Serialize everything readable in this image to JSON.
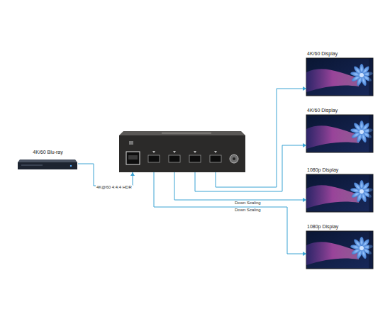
{
  "diagram": {
    "nodes": [
      {
        "text": [
          "4K/60 Blu-ray"
        ]
      },
      {
        "text": []
      },
      {
        "text": [
          "4K/60 Display"
        ]
      },
      {
        "text": [
          "4K/60 Display"
        ]
      },
      {
        "text": [
          "1080p Display"
        ]
      },
      {
        "text": [
          "1080p Display"
        ]
      }
    ],
    "edges": [
      {
        "from": 0,
        "to": 1,
        "arrow": "to",
        "label": "4K@60 4:4:4 HDR"
      },
      {
        "from": 1,
        "to": 2,
        "arrow": "to"
      },
      {
        "from": 1,
        "to": 3,
        "arrow": "to"
      },
      {
        "from": 1,
        "to": 4,
        "arrow": "to",
        "label": "Down Scaling"
      },
      {
        "from": 1,
        "to": 5,
        "arrow": "to",
        "label": "Down Scaling"
      }
    ]
  }
}
